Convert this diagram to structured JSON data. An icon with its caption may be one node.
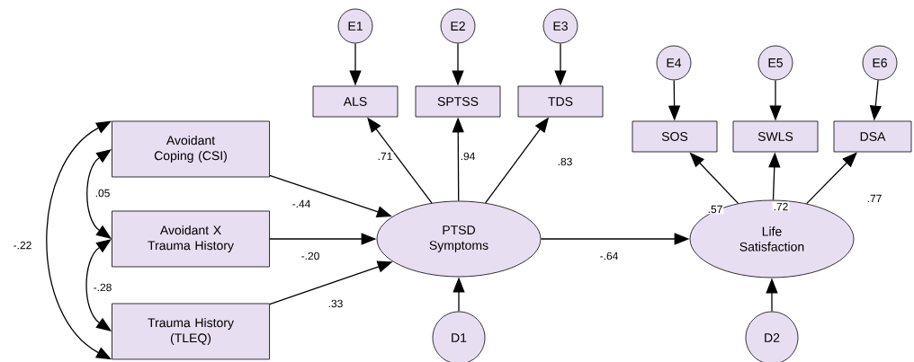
{
  "diagram": {
    "nodes": [
      {
        "text": [
          "E1"
        ]
      },
      {
        "text": [
          "E2"
        ]
      },
      {
        "text": [
          "E3"
        ]
      },
      {
        "text": [
          "ALS"
        ]
      },
      {
        "text": [
          "SPTSS"
        ]
      },
      {
        "text": [
          "TDS"
        ]
      },
      {
        "text": [
          "E4"
        ]
      },
      {
        "text": [
          "E5"
        ]
      },
      {
        "text": [
          "E6"
        ]
      },
      {
        "text": [
          "SOS"
        ]
      },
      {
        "text": [
          "SWLS"
        ]
      },
      {
        "text": [
          "DSA"
        ]
      },
      {
        "text": [
          "Avoidant Coping (CSI)"
        ]
      },
      {
        "text": [
          "Avoidant X Trauma History"
        ]
      },
      {
        "text": [
          "PTSD Symptoms"
        ]
      },
      {
        "text": [
          "Life Satisfaction"
        ]
      },
      {
        "text": [
          "Trauma History (TLEQ)"
        ]
      },
      {
        "text": [
          "D1"
        ]
      },
      {
        "text": [
          "D2"
        ]
      }
    ],
    "edges": [
      {
        "from": 0,
        "to": 3,
        "arrow": "to"
      },
      {
        "from": 1,
        "to": 4,
        "arrow": "to"
      },
      {
        "from": 2,
        "to": 5,
        "arrow": "to"
      },
      {
        "from": 6,
        "to": 9,
        "arrow": "to"
      },
      {
        "from": 7,
        "to": 10,
        "arrow": "to"
      },
      {
        "from": 8,
        "to": 11,
        "arrow": "to"
      },
      {
        "from": 14,
        "to": 3,
        "arrow": "to",
        "label": ".71"
      },
      {
        "from": 14,
        "to": 4,
        "arrow": "to",
        "label": ".94"
      },
      {
        "from": 14,
        "to": 5,
        "arrow": "to",
        "label": ".83"
      },
      {
        "from": 15,
        "to": 9,
        "arrow": "to",
        "label": ".57"
      },
      {
        "from": 15,
        "to": 10,
        "arrow": "to",
        "label": ".72"
      },
      {
        "from": 15,
        "to": 11,
        "arrow": "to",
        "label": ".77"
      },
      {
        "from": 12,
        "to": 14,
        "arrow": "to",
        "label": "-.44"
      },
      {
        "from": 13,
        "to": 14,
        "arrow": "to",
        "label": "-.20"
      },
      {
        "from": 16,
        "to": 14,
        "arrow": "to",
        "label": ".33"
      },
      {
        "from": 14,
        "to": 15,
        "arrow": "to",
        "label": "-.64"
      },
      {
        "from": 17,
        "to": 14,
        "arrow": "to"
      },
      {
        "from": 18,
        "to": 15,
        "arrow": "to"
      },
      {
        "from": 12,
        "to": 13,
        "arrow": "both",
        "label": ".05"
      },
      {
        "from": 13,
        "to": 16,
        "arrow": "both",
        "label": "-.28"
      },
      {
        "from": 12,
        "to": 16,
        "arrow": "both",
        "label": "-.22"
      }
    ]
  }
}
